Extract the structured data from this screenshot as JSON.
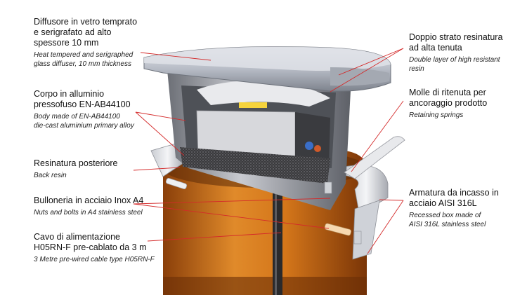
{
  "callouts": {
    "diffuser": {
      "it": [
        "Diffusore in vetro temprato",
        "e serigrafato ad alto",
        "spessore 10 mm"
      ],
      "en": [
        "Heat tempered and serigraphed",
        "glass diffuser, 10 mm thickness"
      ]
    },
    "body": {
      "it": [
        "Corpo in alluminio",
        "pressofuso EN-AB44100"
      ],
      "en": [
        "Body made of EN-AB44100",
        "die-cast aluminium primary alloy"
      ]
    },
    "back_resin": {
      "it": [
        "Resinatura posteriore"
      ],
      "en": [
        "Back resin"
      ]
    },
    "bolts": {
      "it": [
        "Bulloneria in acciaio Inox A4"
      ],
      "en": [
        "Nuts and bolts in A4 stainless steel"
      ]
    },
    "cable": {
      "it": [
        "Cavo di alimentazione",
        "H05RN-F pre-cablato da 3 m"
      ],
      "en": [
        "3 Metre pre-wired cable type H05RN-F"
      ]
    },
    "double_resin": {
      "it": [
        "Doppio strato resinatura",
        "ad alta tenuta"
      ],
      "en": [
        "Double layer of high resistant",
        "resin"
      ]
    },
    "springs": {
      "it": [
        "Molle di ritenuta per",
        "ancoraggio prodotto"
      ],
      "en": [
        "Retaining springs"
      ]
    },
    "recessed_box": {
      "it": [
        "Armatura da incasso in",
        "acciaio AISI 316L"
      ],
      "en": [
        "Recessed box made of",
        "AISI 316L stainless steel"
      ]
    }
  },
  "colors": {
    "leader": "#d42a2a",
    "housing_orange": "#d9791c",
    "aluminium": "#9a9ca3",
    "glass": "#b9bec8"
  }
}
